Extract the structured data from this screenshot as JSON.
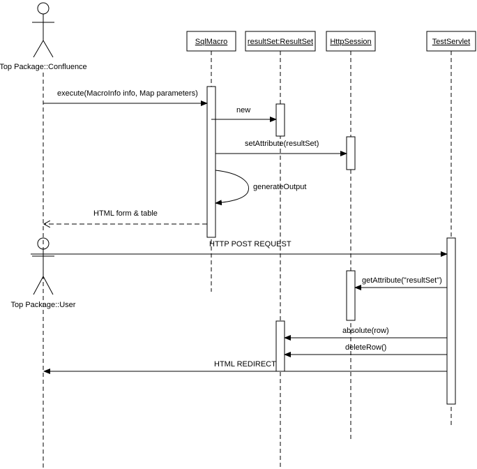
{
  "actors": {
    "confluence": "Top Package::Confluence",
    "user": "Top Package::User"
  },
  "participants": {
    "sqlmacro": "SqlMacro",
    "resultset": "resultSet:ResultSet",
    "httpsession": "HttpSession",
    "testservlet": "TestServlet"
  },
  "messages": {
    "execute": "execute(MacroInfo info, Map parameters)",
    "new": "new",
    "set_attribute": "setAttribute(resultSet)",
    "generate_output": "generateOutput",
    "html_form": "HTML form & table",
    "http_post": "HTTP POST REQUEST",
    "get_attribute": "getAttribute(\"resultSet\")",
    "absolute": "absolute(row)",
    "delete_row": "deleteRow()",
    "html_redirect": "HTML REDIRECT"
  }
}
